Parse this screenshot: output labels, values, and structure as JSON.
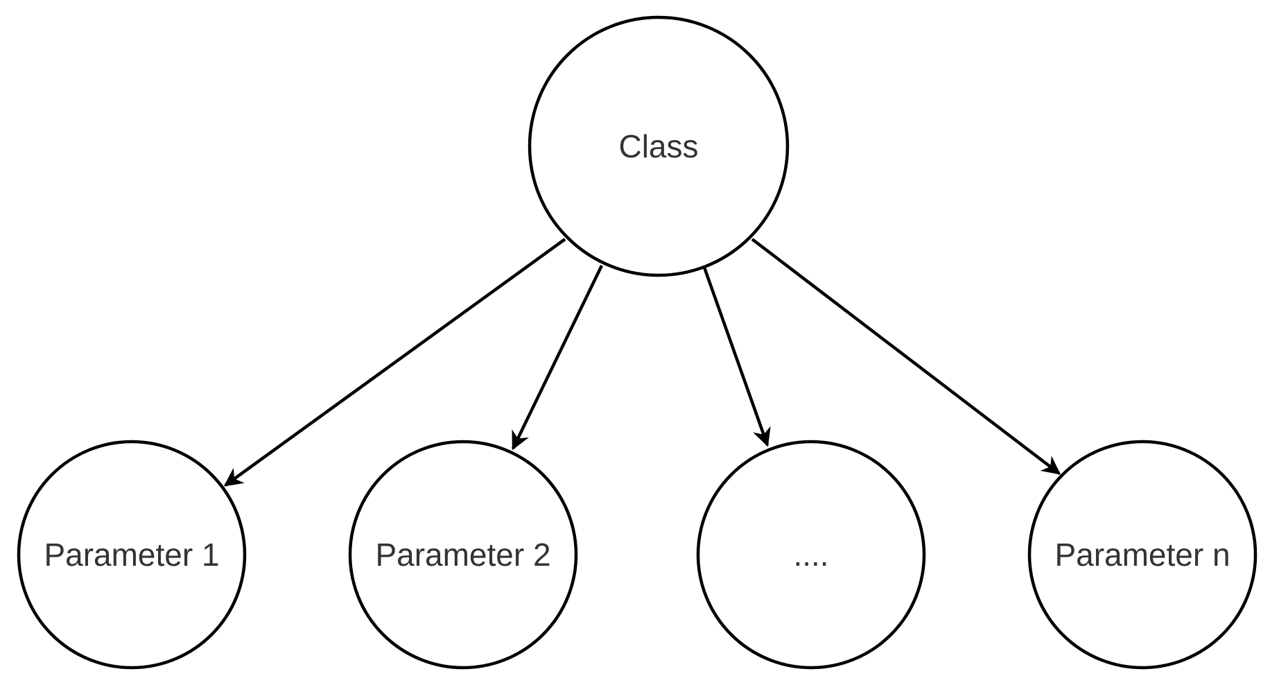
{
  "diagram": {
    "root": {
      "label": "Class"
    },
    "children": [
      {
        "label": "Parameter 1"
      },
      {
        "label": "Parameter 2"
      },
      {
        "label": "...."
      },
      {
        "label": "Parameter n"
      }
    ]
  }
}
